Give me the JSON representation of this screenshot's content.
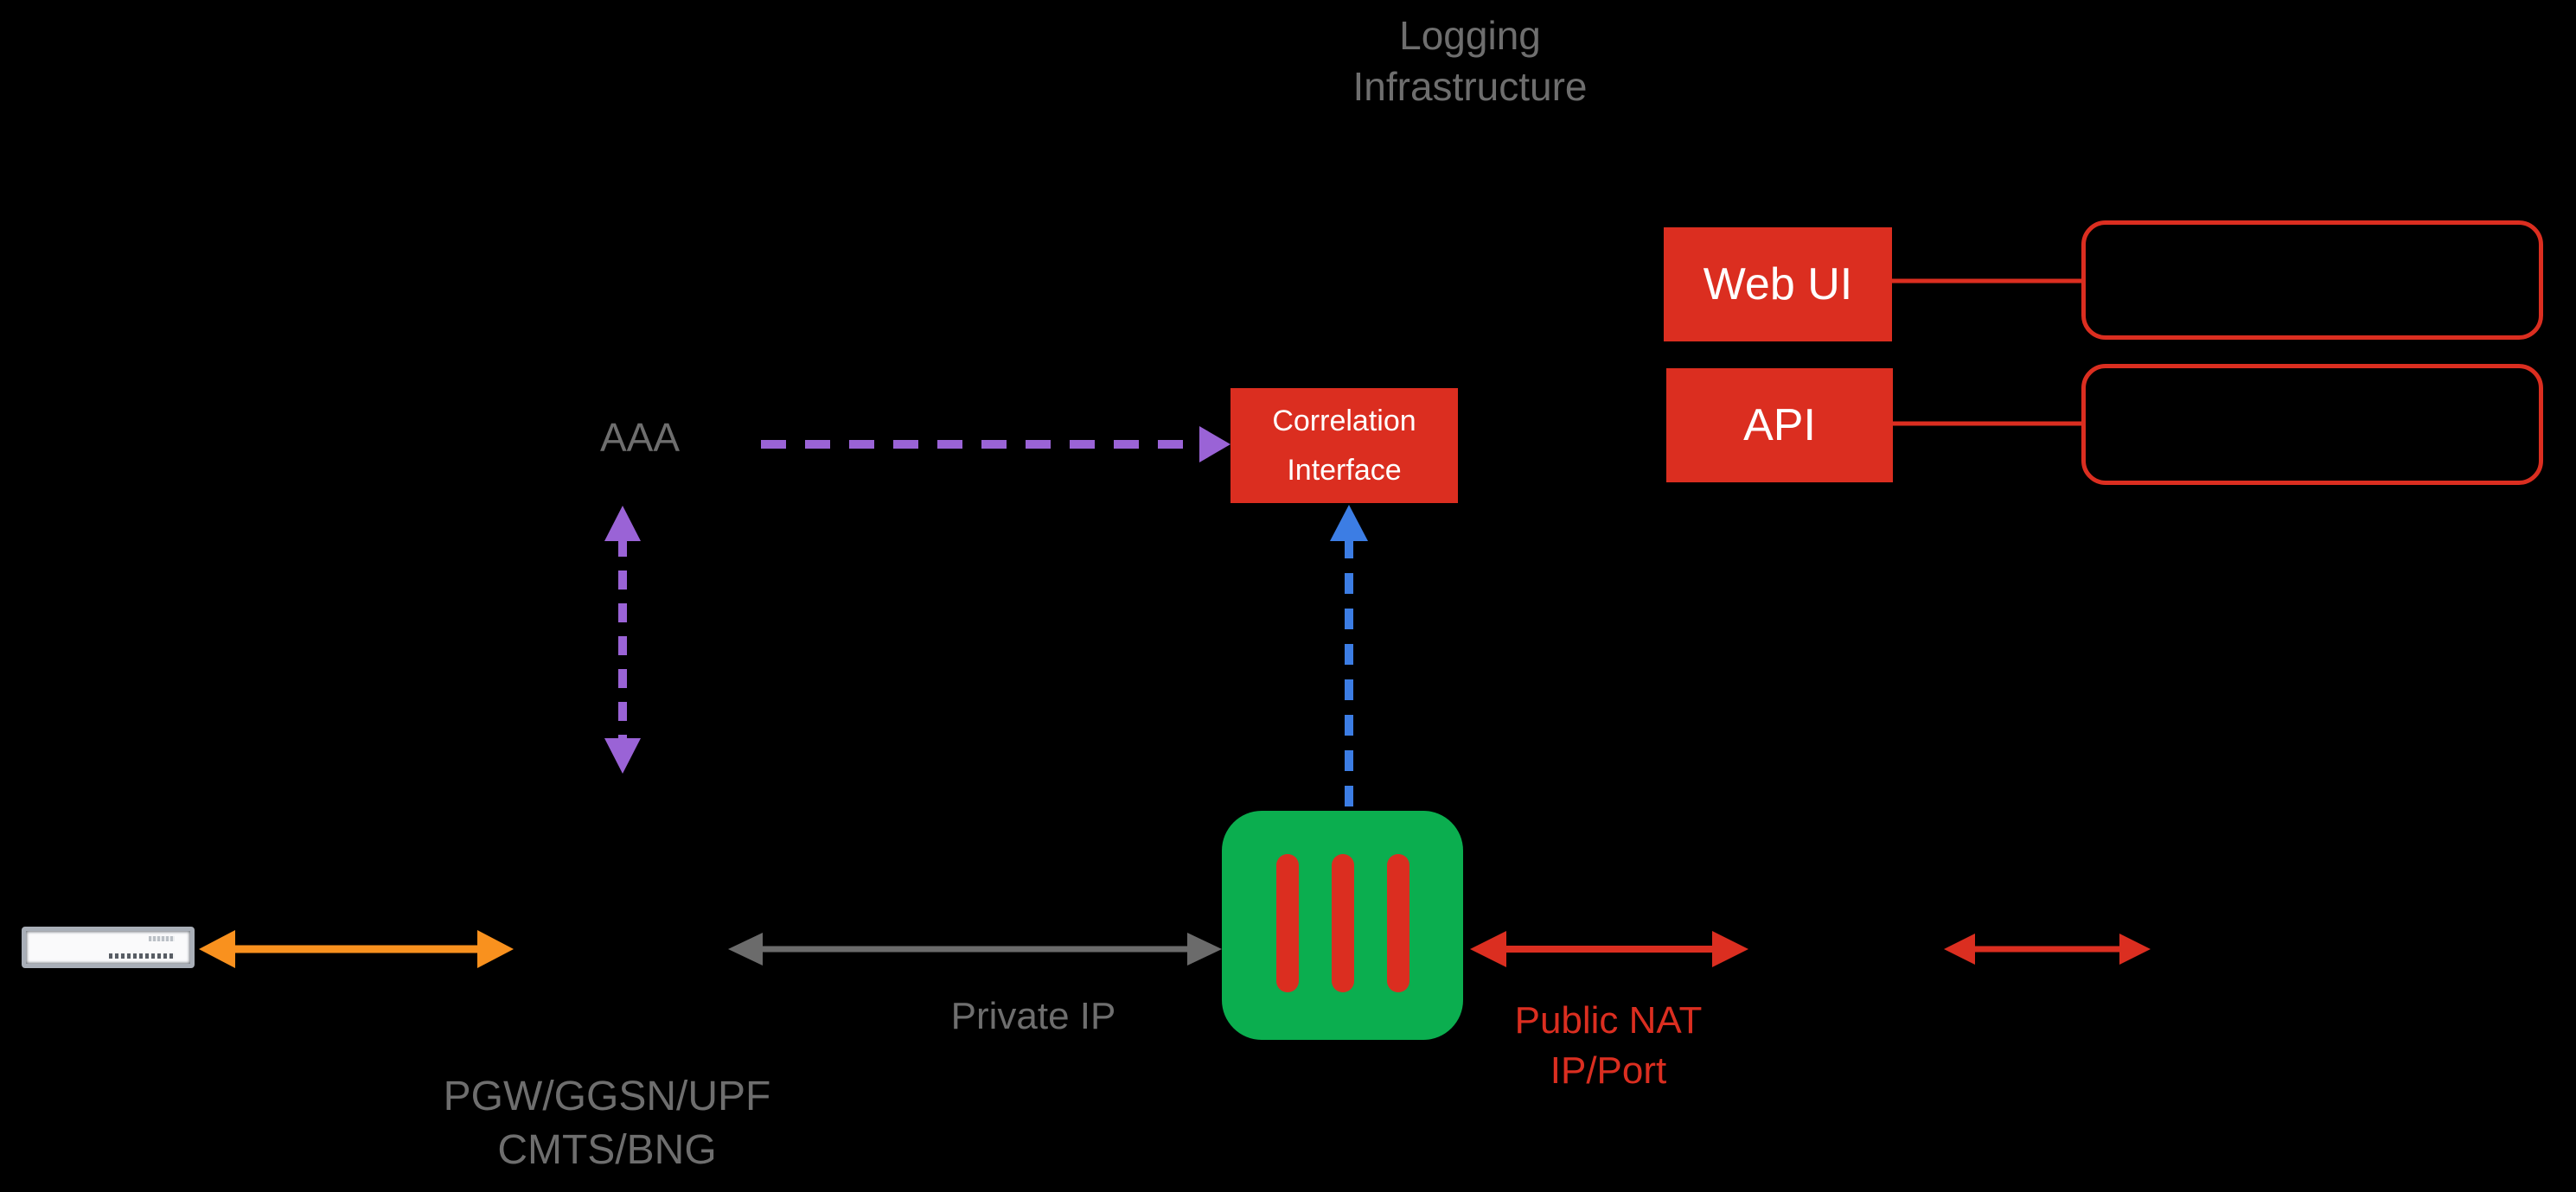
{
  "title": {
    "line1": "Logging",
    "line2": "Infrastructure"
  },
  "nodes": {
    "aaa": {
      "label": "AAA"
    },
    "correlation": {
      "line1": "Correlation",
      "line2": "Interface"
    },
    "web_ui": {
      "label": "Web UI"
    },
    "api": {
      "label": "API"
    },
    "pgw": {
      "line1": "PGW/GGSN/UPF",
      "line2": "CMTS/BNG"
    }
  },
  "edge_labels": {
    "private_ip": "Private IP",
    "public_nat": {
      "line1": "Public NAT",
      "line2": "IP/Port"
    }
  },
  "icons": {
    "nat_gateway": "nat-firewall-icon",
    "subscriber_device": "modem-device-icon"
  },
  "colors": {
    "background": "#000000",
    "red": "#DB2E20",
    "green": "#0BAE4F",
    "purple": "#9A63D6",
    "blue": "#3C7DE4",
    "orange": "#F9911E",
    "gray_text": "#6E6E6E",
    "gray_arrow": "#6B6B6B",
    "white_text": "#FFFFFF"
  }
}
